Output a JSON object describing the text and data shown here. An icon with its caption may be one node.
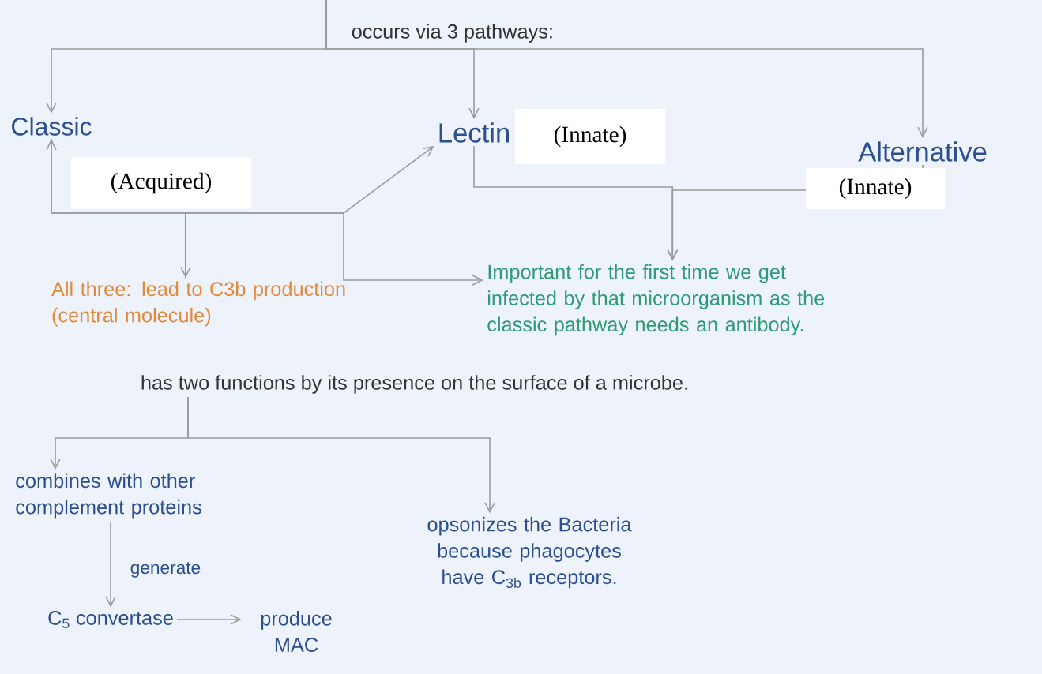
{
  "diagram": {
    "nodes": [
      {
        "text": [
          "Classic"
        ],
        "beside": [
          "(Acquired)"
        ]
      },
      {
        "text": [
          "Lectin"
        ],
        "beside": [
          "(Innate)"
        ]
      },
      {
        "text": [
          "Alternative"
        ],
        "beside": [
          "(Innate)"
        ]
      },
      {
        "text": [
          "All three: lead to C3b production (central molecule)"
        ]
      },
      {
        "text": [
          "Important for the first time we get infected by that microorganism as the classic pathway needs an antibody."
        ]
      },
      {
        "text": [
          "has two functions by its presence on the surface of a microbe."
        ]
      },
      {
        "text": [
          "combines with other complement proteins"
        ]
      },
      {
        "text": [
          "C$_{5}$ convertase"
        ]
      },
      {
        "text": [
          "produce MAC"
        ]
      },
      {
        "text": [
          "opsonizes the Bacteria because phagocytes have C$_{3b}$ receptors."
        ]
      }
    ],
    "edges": [
      {
        "from": null,
        "to": 0,
        "arrow": "to"
      },
      {
        "from": null,
        "to": 1,
        "arrow": "to"
      },
      {
        "from": null,
        "to": 2,
        "arrow": "to"
      },
      {
        "from": 3,
        "to": 0,
        "arrow": "to"
      },
      {
        "from": 3,
        "to": 1,
        "arrow": "to"
      },
      {
        "from": 0,
        "to": 3,
        "arrow": "to"
      },
      {
        "from": 3,
        "to": 4,
        "arrow": "to"
      },
      {
        "from": 1,
        "to": 4,
        "arrow": "to"
      },
      {
        "from": 2,
        "to": 4,
        "arrow": "to"
      },
      {
        "from": 5,
        "to": 6,
        "arrow": "to"
      },
      {
        "from": 5,
        "to": 9,
        "arrow": "to"
      },
      {
        "from": 6,
        "to": 7,
        "arrow": "to",
        "label": "generate"
      },
      {
        "from": 7,
        "to": 8,
        "arrow": "to"
      }
    ],
    "labels": [
      "occurs via 3 pathways:"
    ]
  }
}
